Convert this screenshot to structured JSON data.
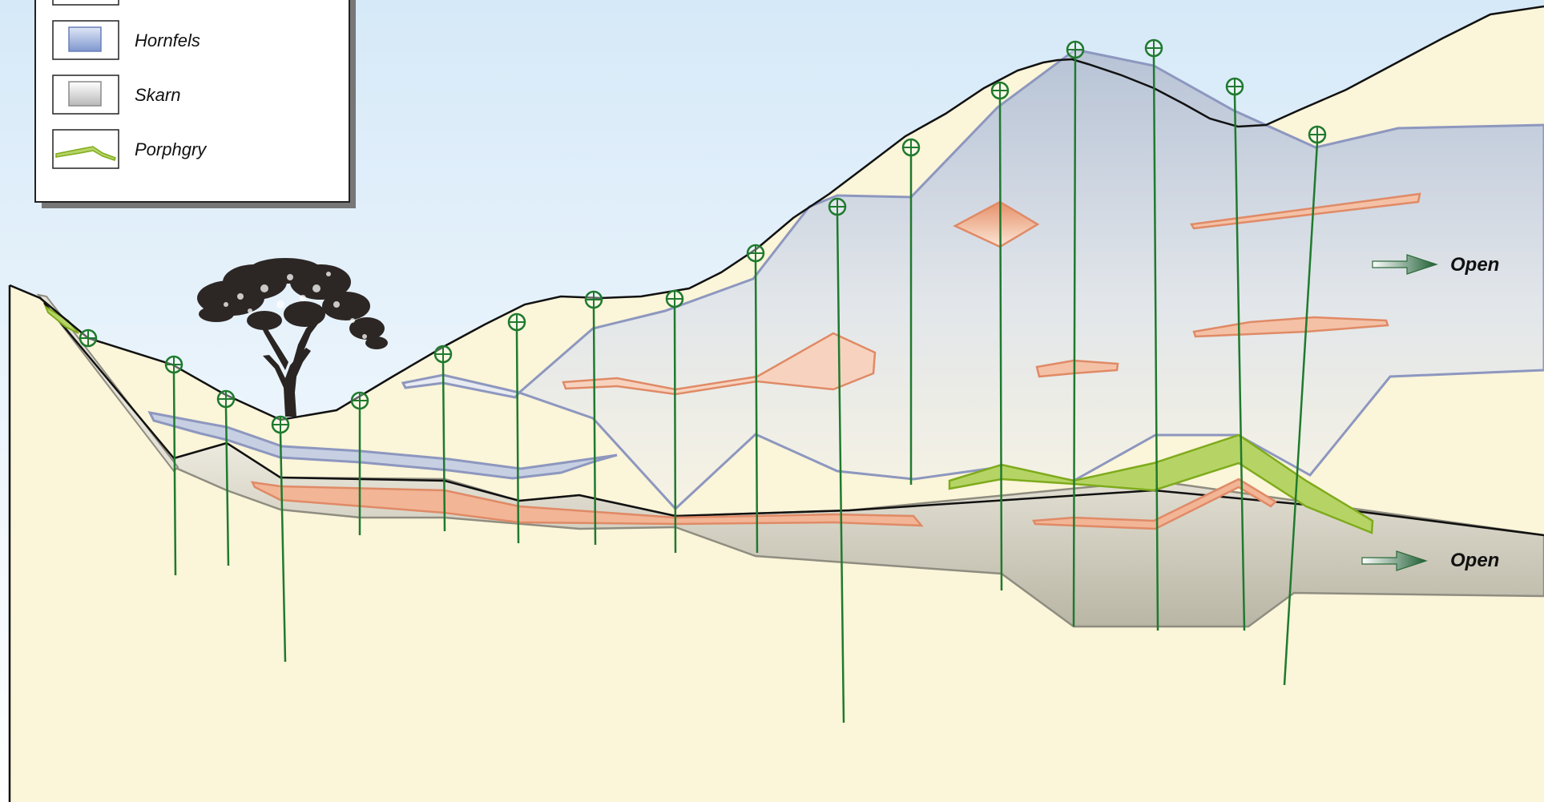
{
  "legend": {
    "items": [
      {
        "label": "",
        "swatch": "blank"
      },
      {
        "label": "Hornfels",
        "swatch": "hornfels"
      },
      {
        "label": "Skarn",
        "swatch": "skarn"
      },
      {
        "label": "Porphgry",
        "swatch": "porphyry"
      }
    ]
  },
  "annotations": {
    "open_upper": "Open",
    "open_lower": "Open"
  },
  "colors": {
    "sky_top": "#d6e9f8",
    "sky_bottom": "#ffffff",
    "ground": "#fbf5d9",
    "hornfels_fill": "#bcc8d8",
    "hornfels_line": "#8d97bf",
    "skarn_fill": "#bdb9a8",
    "skarn_line": "#8f8d80",
    "ore_fill": "#e9956f",
    "ore_line": "#d9775a",
    "porphyry_fill": "#b6d466",
    "porphyry_line": "#7fab1c",
    "drill": "#1f7a2e",
    "arrow": "#2e6b3b"
  },
  "icons": [
    "tree-icon",
    "drill-collar-icon",
    "arrow-right-icon"
  ]
}
